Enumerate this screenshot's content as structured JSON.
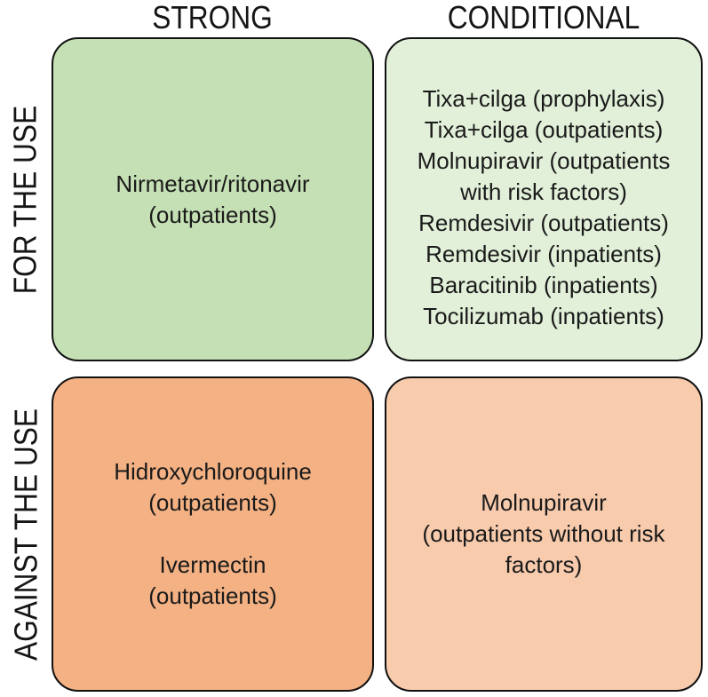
{
  "matrix": {
    "column_headers": [
      "STRONG",
      "CONDITIONAL"
    ],
    "row_headers": [
      "FOR THE USE",
      "AGAINST THE USE"
    ],
    "quadrants": {
      "strong_for": {
        "fill": "#C5E0B4",
        "entries": [
          {
            "name": "Nirmetavir/ritonavir",
            "detail": "(outpatients)"
          }
        ]
      },
      "conditional_for": {
        "fill": "#E2F0D9",
        "items": [
          "Tixa+cilga (prophylaxis)",
          "Tixa+cilga (outpatients)",
          "Molnupiravir (outpatients with risk factors)",
          "Remdesivir (outpatients)",
          "Remdesivir (inpatients)",
          "Baracitinib (inpatients)",
          "Tocilizumab (inpatients)"
        ]
      },
      "strong_against": {
        "fill": "#F4B183",
        "entries": [
          {
            "name": "Hidroxychloroquine",
            "detail": "(outpatients)"
          },
          {
            "name": "Ivermectin",
            "detail": "(outpatients)"
          }
        ]
      },
      "conditional_against": {
        "fill": "#F8CBAD",
        "entries": [
          {
            "name": "Molnupiravir",
            "detail": "(outpatients without risk factors)"
          }
        ]
      }
    },
    "colors": {
      "strong_for_fill": "#C5E0B4",
      "conditional_for_fill": "#E2F0D9",
      "strong_against_fill": "#F4B183",
      "conditional_against_fill": "#F8CBAD",
      "border": "#111111",
      "text": "#1a1a1a"
    }
  }
}
